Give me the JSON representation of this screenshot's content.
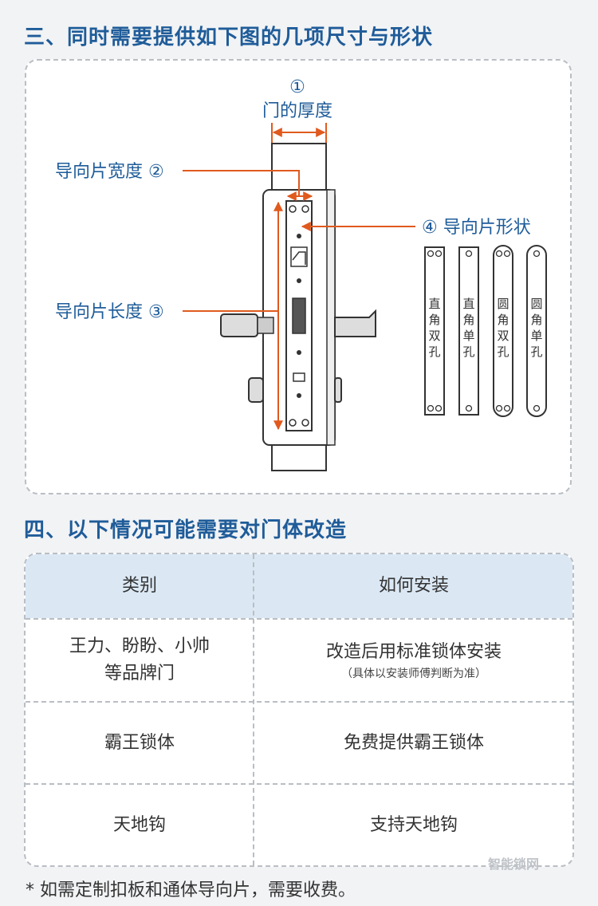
{
  "section3": {
    "title": "三、同时需要提供如下图的几项尺寸与形状",
    "thickness_num": "①",
    "thickness_label": "门的厚度",
    "width_label": "导向片宽度 ②",
    "length_label": "导向片长度 ③",
    "shape_label": "④ 导向片形状",
    "shapes": [
      {
        "l1": "直",
        "l2": "角",
        "l3": "双",
        "l4": "孔"
      },
      {
        "l1": "直",
        "l2": "角",
        "l3": "单",
        "l4": "孔"
      },
      {
        "l1": "圆",
        "l2": "角",
        "l3": "双",
        "l4": "孔"
      },
      {
        "l1": "圆",
        "l2": "角",
        "l3": "单",
        "l4": "孔"
      }
    ],
    "accent_color": "#e05a1e",
    "title_color": "#1f5c99"
  },
  "section4": {
    "title": "四、以下情况可能需要对门体改造",
    "headers": [
      "类别",
      "如何安装"
    ],
    "rows": [
      {
        "category_l1": "王力、盼盼、小帅",
        "category_l2": "等品牌门",
        "install": "改造后用标准锁体安装",
        "note": "（具体以安装师傅判断为准）"
      },
      {
        "category_l1": "霸王锁体",
        "install": "免费提供霸王锁体"
      },
      {
        "category_l1": "天地钩",
        "install": "支持天地钩"
      }
    ],
    "header_bg": "#dbe8f4"
  },
  "footnote": "* 如需定制扣板和通体导向片，需要收费。",
  "watermark": "智能锁网"
}
